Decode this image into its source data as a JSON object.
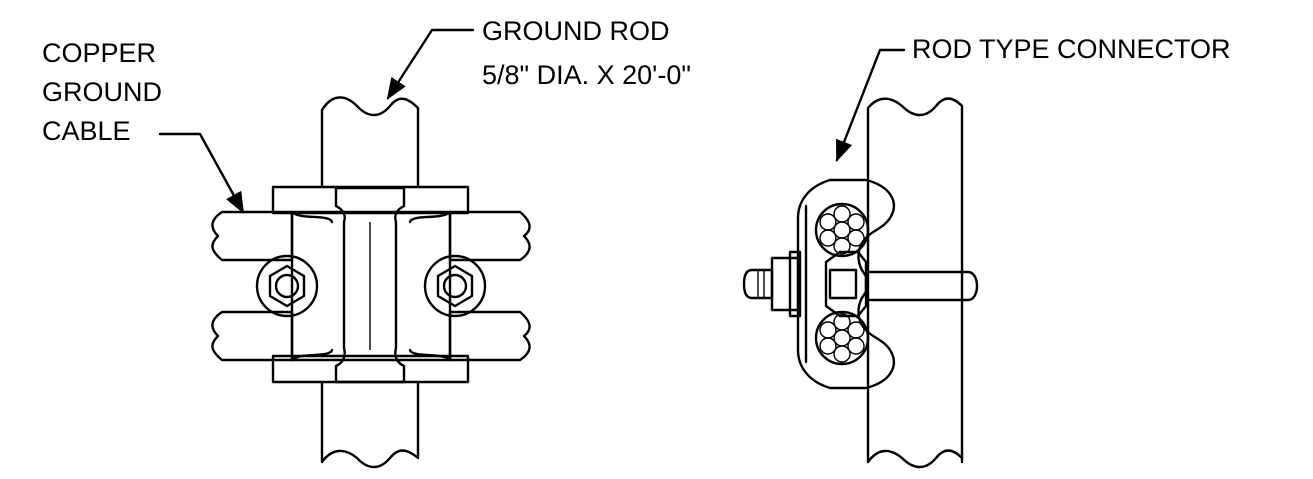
{
  "labels": {
    "copper_line1": "COPPER",
    "copper_line2": "GROUND",
    "copper_line3": "CABLE",
    "rod_line1": "GROUND ROD",
    "rod_line2": "5/8\" DIA. X 20'-0\"",
    "connector": "ROD TYPE CONNECTOR"
  },
  "colors": {
    "line": "#000000",
    "background": "#ffffff"
  }
}
